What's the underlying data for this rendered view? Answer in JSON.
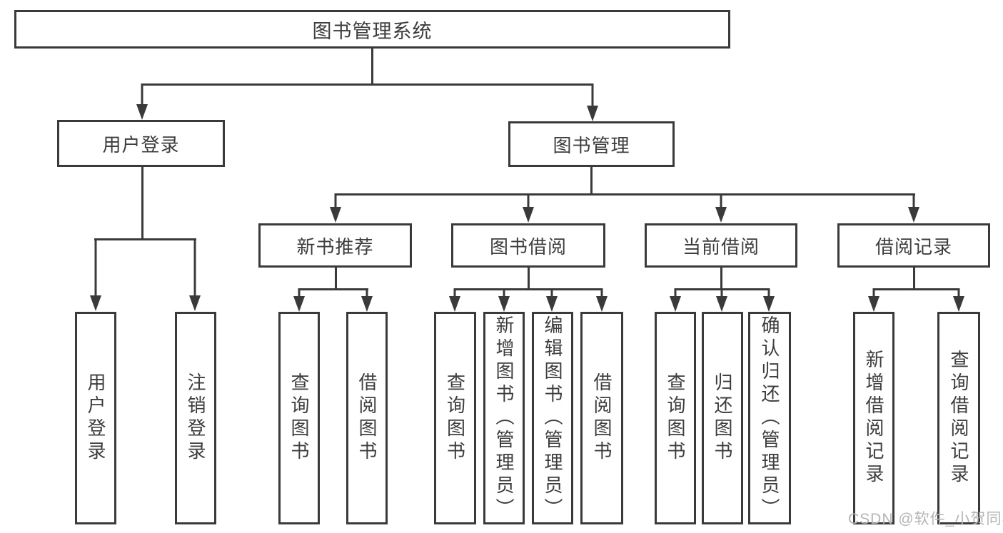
{
  "diagram": {
    "title": "图书管理系统",
    "colors": {
      "line": "#3a3a3a",
      "text": "#3d3d3d",
      "watermark_text": "#b5b5b5",
      "background": "#ffffff"
    },
    "tree": {
      "root": "图书管理系统",
      "children": [
        {
          "label": "用户登录",
          "children": [
            "用户登录",
            "注销登录"
          ]
        },
        {
          "label": "图书管理",
          "children": [
            {
              "label": "新书推荐",
              "children": [
                "查询图书",
                "借阅图书"
              ]
            },
            {
              "label": "图书借阅",
              "children": [
                "查询图书",
                "新增图书（管理员）",
                "编辑图书（管理员）",
                "借阅图书"
              ]
            },
            {
              "label": "当前借阅",
              "children": [
                "查询图书",
                "归还图书",
                "确认归还（管理员）"
              ]
            },
            {
              "label": "借阅记录",
              "children": [
                "新增借阅记录",
                "查询借阅记录"
              ]
            }
          ]
        }
      ]
    },
    "watermark": "CSDN @软件_小贺同学"
  }
}
